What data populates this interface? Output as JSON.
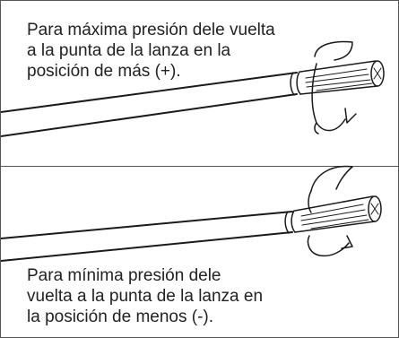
{
  "top_panel": {
    "caption_lines": [
      "Para máxima presión dele vuelta",
      "a la punta de la lanza en la",
      "posición de más (+)."
    ],
    "rotation_direction": "plus",
    "arrow_icon": "rotate-arrow-icon"
  },
  "bottom_panel": {
    "caption_lines": [
      "Para mínima presión dele",
      "vuelta a la punta de la lanza en",
      "la posición de menos (-)."
    ],
    "rotation_direction": "minus",
    "arrow_icon": "rotate-arrow-icon"
  },
  "colors": {
    "line": "#1a1a1a",
    "text": "#222222",
    "border": "#555555"
  }
}
